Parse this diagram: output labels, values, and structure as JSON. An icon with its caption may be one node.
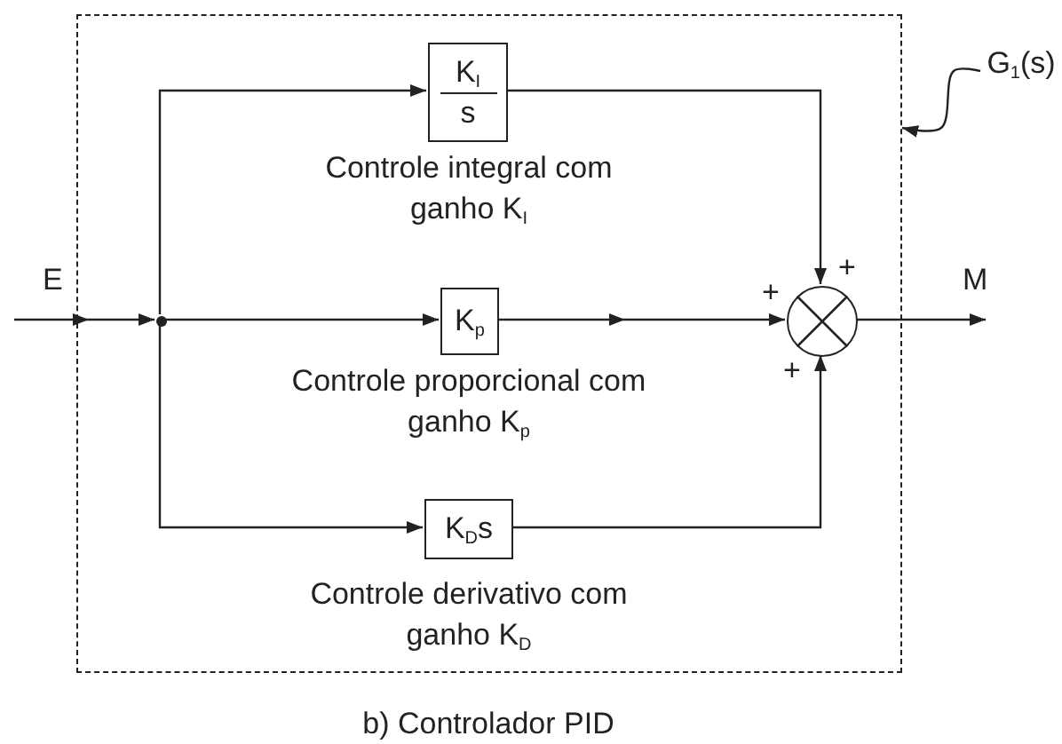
{
  "diagram": {
    "caption": "b) Controlador PID",
    "nodes": [
      {
        "text": [],
        "shape": "box"
      },
      {
        "text": [],
        "shape": "circle",
        "in": 0
      },
      {
        "text": [
          "K$_{I}$",
          "s"
        ],
        "beside": [
          "Controle integral com ganho K$_{I}$"
        ],
        "in": 0
      },
      {
        "text": [
          "K$_{p}$"
        ],
        "beside": [
          "Controle proporcional com ganho K$_{p}$"
        ],
        "in": 0
      },
      {
        "text": [
          "K$_{D}$s"
        ],
        "beside": [
          "Controle derivativo com ganho K$_{D}$"
        ],
        "in": 0
      },
      {
        "text": [],
        "shape": "circle",
        "beside": [
          "+",
          "+",
          "+"
        ],
        "in": 0
      },
      {
        "text": [
          "G$_{1}$(s)"
        ]
      }
    ],
    "edges": [
      {
        "from": null,
        "to": 1,
        "arrow": "to",
        "label": "E"
      },
      {
        "from": 1,
        "to": 2,
        "arrow": "to"
      },
      {
        "from": 1,
        "to": 3,
        "arrow": "to"
      },
      {
        "from": 1,
        "to": 4,
        "arrow": "to"
      },
      {
        "from": 2,
        "to": 5,
        "arrow": "to"
      },
      {
        "from": 3,
        "to": 5,
        "arrow": "to"
      },
      {
        "from": 4,
        "to": 5,
        "arrow": "to"
      },
      {
        "from": 5,
        "to": null,
        "arrow": "to",
        "label": "M"
      },
      {
        "from": 6,
        "to": 0,
        "arrow": "to"
      }
    ]
  }
}
